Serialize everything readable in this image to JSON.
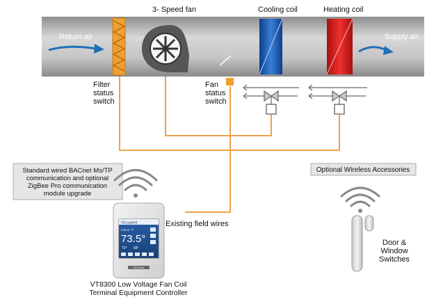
{
  "labels": {
    "fan": "3- Speed fan",
    "cooling_coil": "Cooling coil",
    "heating_coil": "Heating coil",
    "return_air": "Return air",
    "supply_air": "Supply air",
    "filter_status": [
      "Filter",
      "status",
      "switch"
    ],
    "fan_status": [
      "Fan",
      "status",
      "switch"
    ],
    "communication_box": [
      "Standard wired BACnet Ms/TP",
      "communication and optional",
      "ZigBee Pro communication",
      "module upgrade"
    ],
    "wireless_box": "Optional Wireless Accessories",
    "field_wires": "Existing field wires",
    "door_window": [
      "Door &",
      "Window",
      "Switches"
    ],
    "controller_caption": [
      "VT8300 Low Voltage Fan Coil",
      "Terminal Equipment Controller"
    ]
  },
  "thermostat_screen": {
    "status": "Occupied",
    "indoor_label": "Indoor °F",
    "temperature": "73.5°",
    "line_a": "72°",
    "line_b": "68°",
    "brand": "VIConics"
  },
  "colors": {
    "wire": "#f0a04a",
    "duct": "#b4b4b4",
    "filter": "#f0a030",
    "cooling_coil": "#1f5fb5",
    "heating_coil": "#d81e1e",
    "arrow": "#1f6fb5",
    "fan_status_switch": "#f0a030",
    "label_box": "#e6e6e6"
  },
  "icons": {
    "fan": "blower-fan-icon",
    "valve": "bowtie-valve-icon",
    "wireless": "wifi-signal-icon"
  }
}
